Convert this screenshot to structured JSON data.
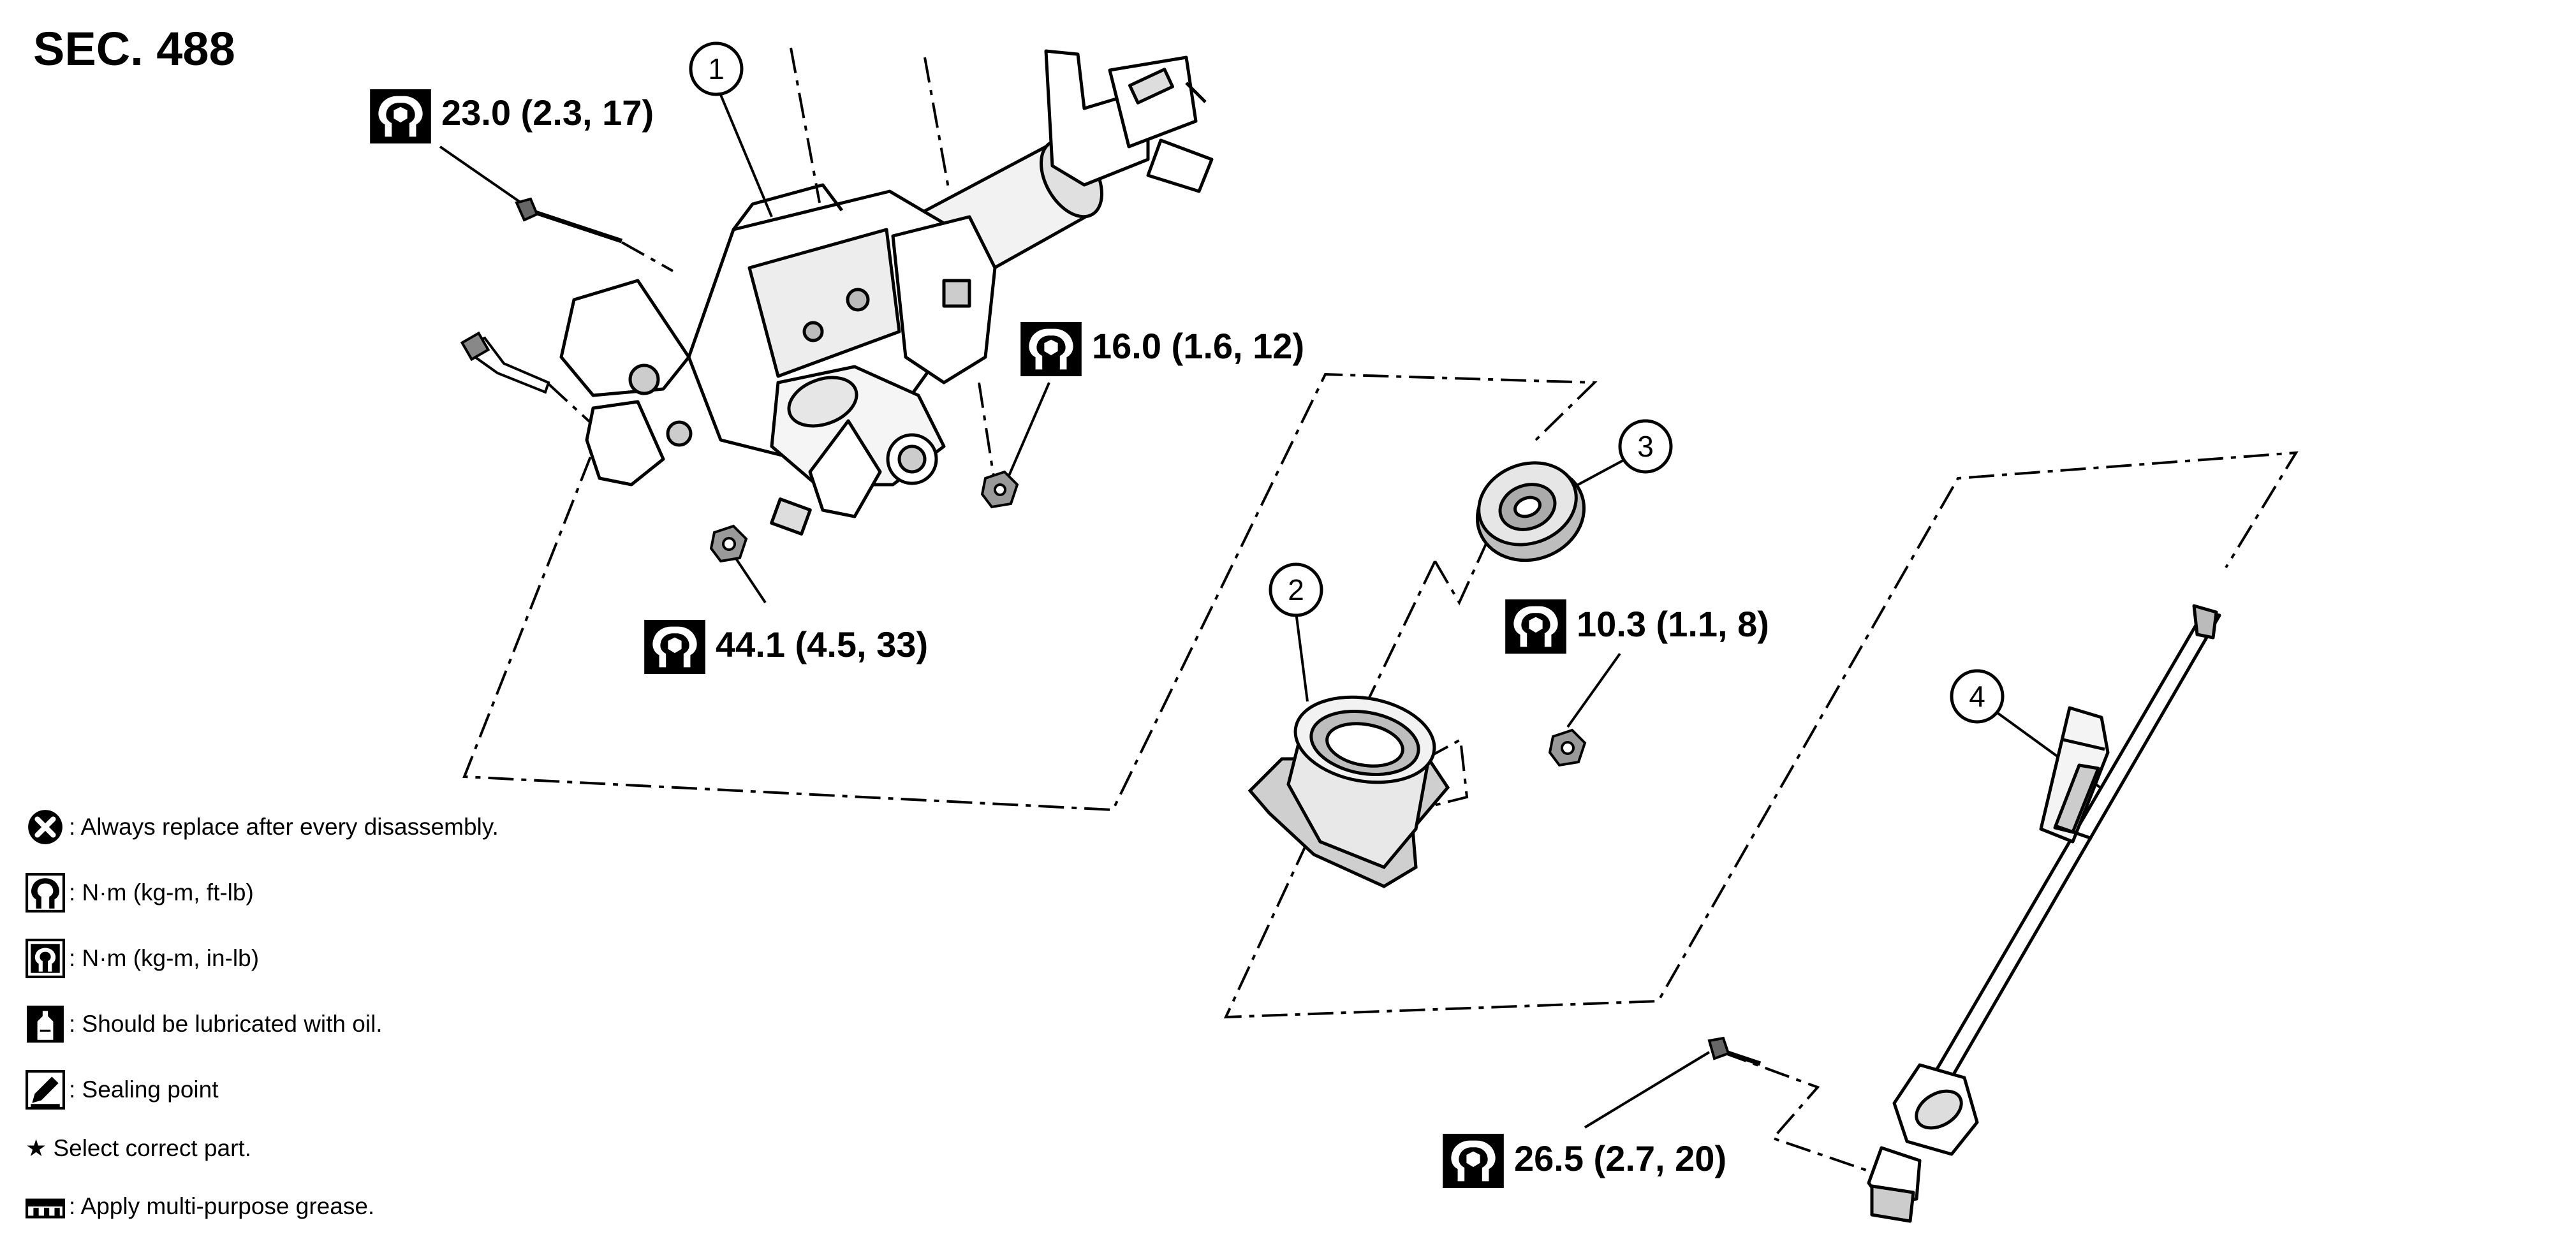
{
  "section": "SEC. 488",
  "callouts": [
    {
      "id": "1",
      "label": "1"
    },
    {
      "id": "2",
      "label": "2"
    },
    {
      "id": "3",
      "label": "3"
    },
    {
      "id": "4",
      "label": "4"
    }
  ],
  "torques": {
    "t1": "23.0 (2.3, 17)",
    "t2": "16.0 (1.6, 12)",
    "t3": "44.1 (4.5, 33)",
    "t4": "10.3 (1.1, 8)",
    "t5": "26.5 (2.7, 20)"
  },
  "legend": [
    {
      "icon": "replace-after-disassembly-icon",
      "text": ": Always replace after every disassembly."
    },
    {
      "icon": "torque-wrench-ftlb-icon",
      "text": ": N·m (kg-m, ft-lb)"
    },
    {
      "icon": "torque-wrench-inlb-icon",
      "text": ": N·m (kg-m, in-lb)"
    },
    {
      "icon": "oil-can-icon",
      "text": ": Should be lubricated with oil."
    },
    {
      "icon": "sealing-point-icon",
      "text": ": Sealing point"
    },
    {
      "icon": "star-icon",
      "text": "★ Select correct part."
    },
    {
      "icon": "grease-icon",
      "text": ": Apply multi-purpose grease."
    }
  ],
  "colors": {
    "ink": "#000000",
    "paper": "#ffffff",
    "shade": "#bdbdbd"
  }
}
